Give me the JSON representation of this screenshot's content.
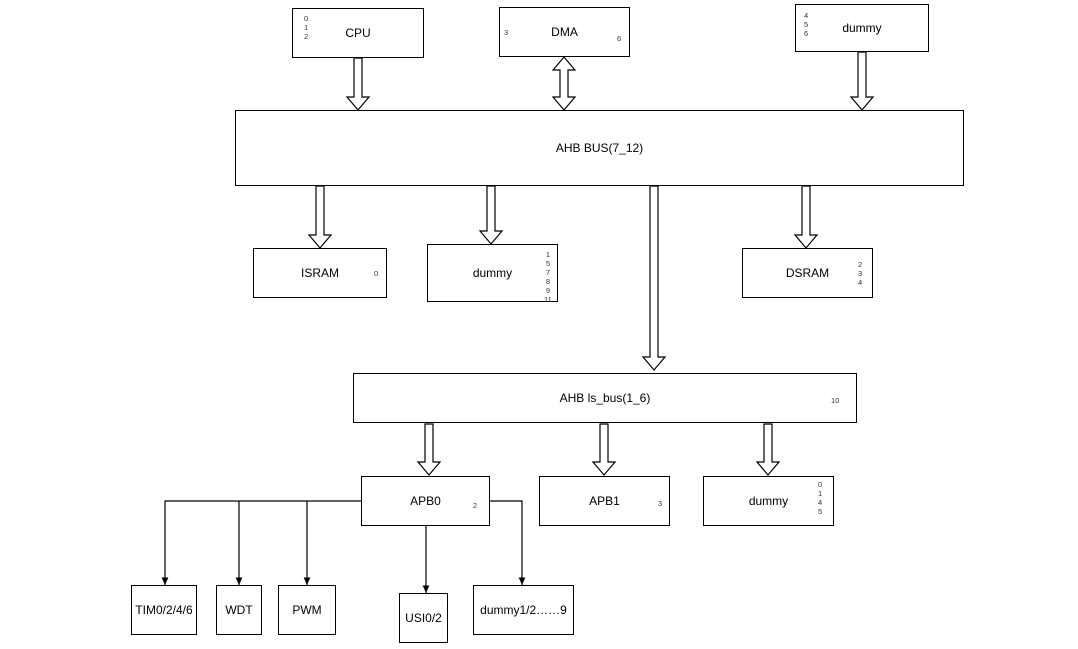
{
  "blocks": {
    "cpu": {
      "label": "CPU",
      "note": "0\n1\n2"
    },
    "dma": {
      "label": "DMA",
      "note_left": "3",
      "note_right": "6"
    },
    "dummy_top": {
      "label": "dummy",
      "note": "4\n5\n6"
    },
    "ahb_bus": {
      "label": "AHB BUS(7_12)"
    },
    "isram": {
      "label": "ISRAM",
      "note": "0"
    },
    "dummy_mid": {
      "label": "dummy",
      "note": "1\n5\n7\n8\n9\n11"
    },
    "dsram": {
      "label": "DSRAM",
      "note": "2\n3\n4"
    },
    "ahb_ls": {
      "label": "AHB ls_bus(1_6)",
      "note": "10"
    },
    "apb0": {
      "label": "APB0",
      "note": "2"
    },
    "apb1": {
      "label": "APB1",
      "note": "3"
    },
    "dummy_low": {
      "label": "dummy",
      "note": "0\n1\n4\n5"
    },
    "tim": {
      "label": "TIM0/2/4/6"
    },
    "wdt": {
      "label": "WDT"
    },
    "pwm": {
      "label": "PWM"
    },
    "usi": {
      "label": "USI0/2"
    },
    "dummy_bottom": {
      "label": "dummy1/2……9"
    }
  }
}
